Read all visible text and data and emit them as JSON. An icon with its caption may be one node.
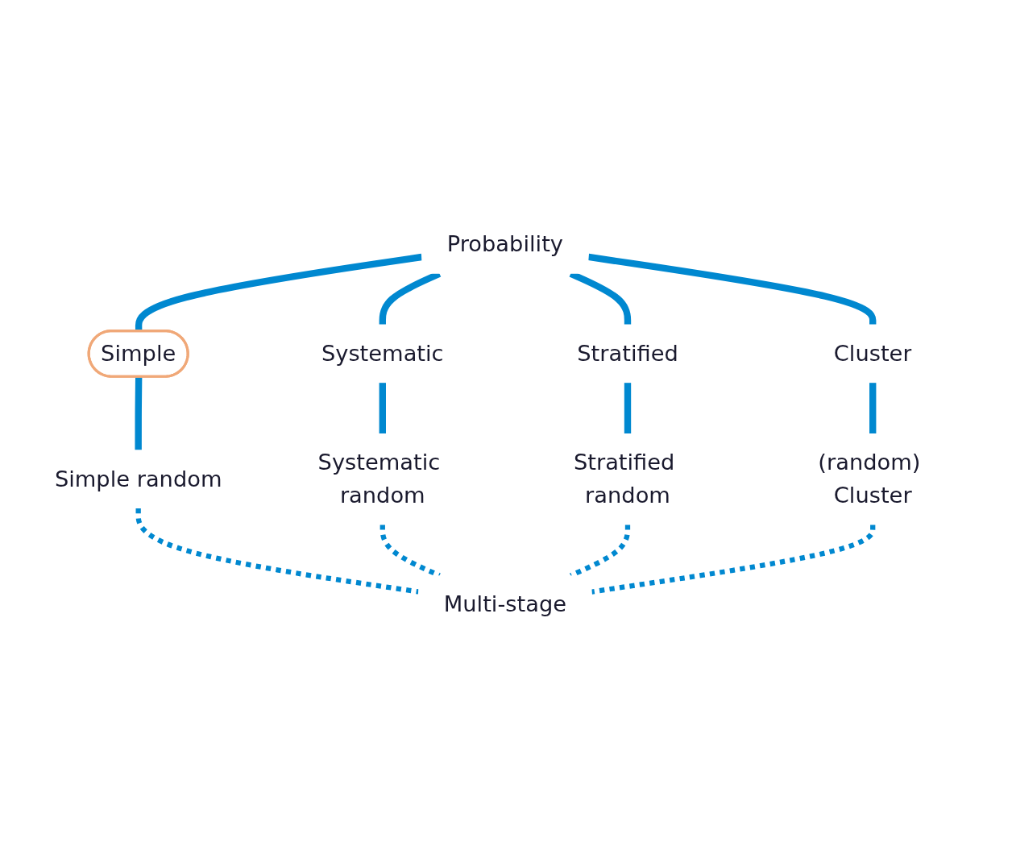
{
  "diagram": {
    "nodes": [
      {
        "text": [
          "Probability"
        ]
      },
      {
        "text": [
          "Simple"
        ]
      },
      {
        "text": [
          "Systematic"
        ]
      },
      {
        "text": [
          "Stratified"
        ]
      },
      {
        "text": [
          "Cluster"
        ]
      },
      {
        "text": [
          "Simple random"
        ]
      },
      {
        "text": [
          "Systematic random"
        ]
      },
      {
        "text": [
          "Stratified random"
        ]
      },
      {
        "text": [
          "(random) Cluster"
        ]
      },
      {
        "text": [
          "Multi-stage"
        ]
      }
    ],
    "edges": [
      {
        "from": 0,
        "to": 1,
        "arrow": "none"
      },
      {
        "from": 0,
        "to": 2,
        "arrow": "none"
      },
      {
        "from": 0,
        "to": 3,
        "arrow": "none"
      },
      {
        "from": 0,
        "to": 4,
        "arrow": "none"
      },
      {
        "from": 1,
        "to": 5,
        "arrow": "none"
      },
      {
        "from": 2,
        "to": 6,
        "arrow": "none"
      },
      {
        "from": 3,
        "to": 7,
        "arrow": "none"
      },
      {
        "from": 4,
        "to": 8,
        "arrow": "none"
      },
      {
        "from": 5,
        "to": 9,
        "arrow": "none",
        "style": "dashed"
      },
      {
        "from": 6,
        "to": 9,
        "arrow": "none",
        "style": "dashed"
      },
      {
        "from": 7,
        "to": 9,
        "arrow": "none",
        "style": "dashed"
      },
      {
        "from": 8,
        "to": 9,
        "arrow": "none",
        "style": "dashed"
      }
    ]
  }
}
